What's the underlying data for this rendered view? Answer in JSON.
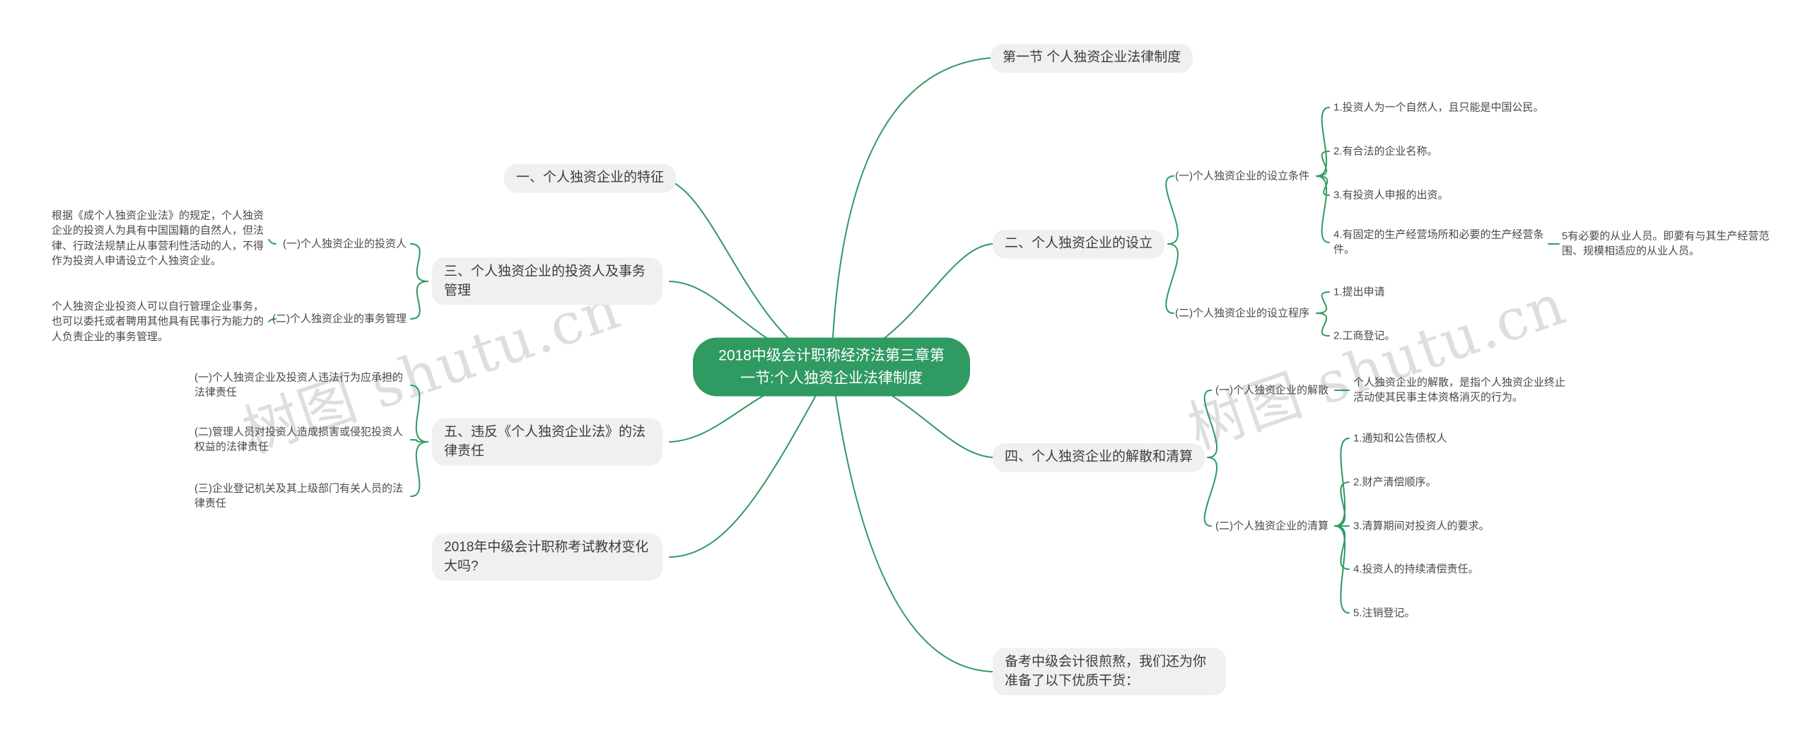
{
  "watermark": {
    "text": "树图 shutu.cn"
  },
  "colors": {
    "primary": "#2f9a61",
    "node_bg": "#f0f0f0",
    "watermark": "#d6d6d6"
  },
  "center": {
    "label": "2018中级会计职称经济法第三章第一节:个人独资企业法律制度"
  },
  "branches": {
    "section": {
      "label": "第一节 个人独资企业法律制度"
    },
    "features": {
      "label": "一、个人独资企业的特征"
    },
    "establish": {
      "label": "二、个人独资企业的设立",
      "conditions": {
        "label": "(一)个人独资企业的设立条件",
        "items": [
          "1.投资人为一个自然人，且只能是中国公民。",
          "2.有合法的企业名称。",
          "3.有投资人申报的出资。",
          "4.有固定的生产经营场所和必要的生产经营条件。"
        ],
        "item4_extra": "5有必要的从业人员。即要有与其生产经营范围、规模相适应的从业人员。"
      },
      "procedure": {
        "label": "(二)个人独资企业的设立程序",
        "items": [
          "1.提出申请",
          "2.工商登记。"
        ]
      }
    },
    "investors": {
      "label": "三、个人独资企业的投资人及事务管理",
      "investor": {
        "label": "(一)个人独资企业的投资人",
        "note": "根据《成个人独资企业法》的规定，个人独资企业的投资人为具有中国国籍的自然人，但法律、行政法规禁止从事营利性活动的人，不得作为投资人申请设立个人独资企业。"
      },
      "management": {
        "label": "(二)个人独资企业的事务管理",
        "note": "个人独资企业投资人可以自行管理企业事务，也可以委托或者聘用其他具有民事行为能力的人负责企业的事务管理。"
      }
    },
    "dissolution": {
      "label": "四、个人独资企业的解散和清算",
      "dissolve": {
        "label": "(一)个人独资企业的解散",
        "note": "个人独资企业的解散，是指个人独资企业终止活动使其民事主体资格消灭的行为。"
      },
      "liquidation": {
        "label": "(二)个人独资企业的清算",
        "items": [
          "1.通知和公告债权人",
          "2.财产清偿顺序。",
          "3.清算期间对投资人的要求。",
          "4.投资人的持续清偿责任。",
          "5.注销登记。"
        ]
      }
    },
    "liability": {
      "label": "五、违反《个人独资企业法》的法律责任",
      "items": [
        "(一)个人独资企业及投资人违法行为应承担的法律责任",
        "(二)管理人员对投资人造成损害或侵犯投资人权益的法律责任",
        "(三)企业登记机关及其上级部门有关人员的法律责任"
      ]
    },
    "textbook": {
      "label": "2018年中级会计职称考试教材变化大吗?"
    },
    "promo": {
      "label": "备考中级会计很煎熬，我们还为你准备了以下优质干货："
    }
  }
}
